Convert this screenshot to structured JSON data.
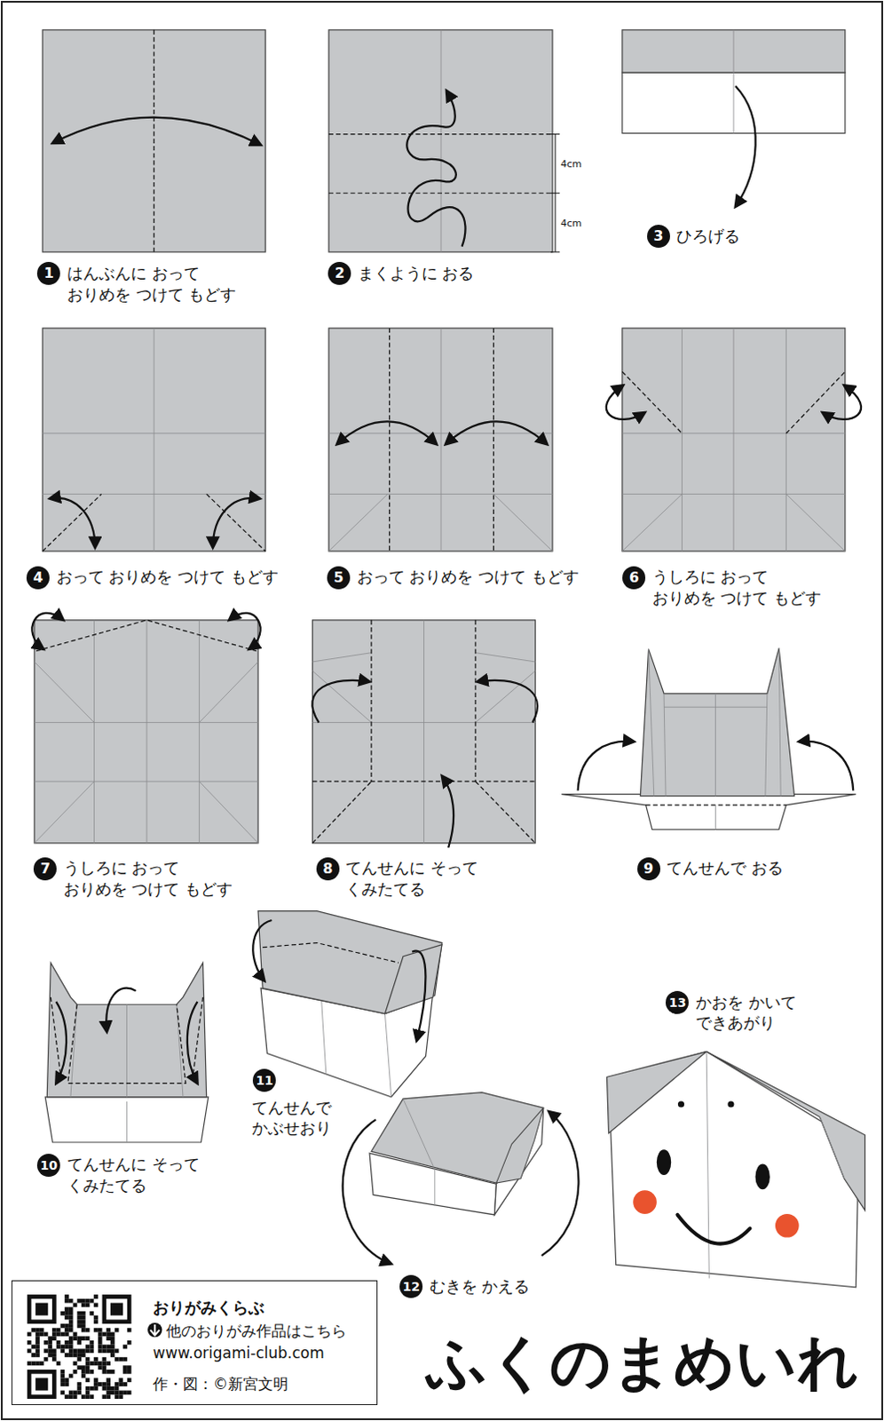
{
  "diagram": {
    "title": "ふくのまめいれ",
    "nodes": [
      {
        "text": [
          "1"
        ]
      },
      {
        "text": [
          "2"
        ]
      },
      {
        "text": [
          "3"
        ]
      },
      {
        "text": [
          "4"
        ]
      },
      {
        "text": [
          "5"
        ]
      },
      {
        "text": [
          "6"
        ]
      },
      {
        "text": [
          "7"
        ]
      },
      {
        "text": [
          "8"
        ]
      },
      {
        "text": [
          "9"
        ]
      },
      {
        "text": [
          "10"
        ]
      },
      {
        "text": [
          "11"
        ]
      },
      {
        "text": [
          "12"
        ]
      },
      {
        "text": [
          "13"
        ]
      },
      {
        "text": [
          "おりがみくらぶ",
          "他のおりがみ作品はこちら",
          "www.origami-club.com",
          "作・図：©新宮文明"
        ]
      }
    ],
    "labels": [
      "はんぶんに おって おりめを つけて もどす",
      "まくように おる",
      "ひろげる",
      "おって おりめを つけて もどす",
      "おって おりめを つけて もどす",
      "うしろに おって おりめを つけて もどす",
      "うしろに おって おりめを つけて もどす",
      "てんせんに そって くみたてる",
      "てんせんで おる",
      "てんせんに そって くみたてる",
      "てんせんで かぶせおり",
      "むきを かえる",
      "かおを かいて できあがり",
      "4cm",
      "4cm"
    ]
  }
}
